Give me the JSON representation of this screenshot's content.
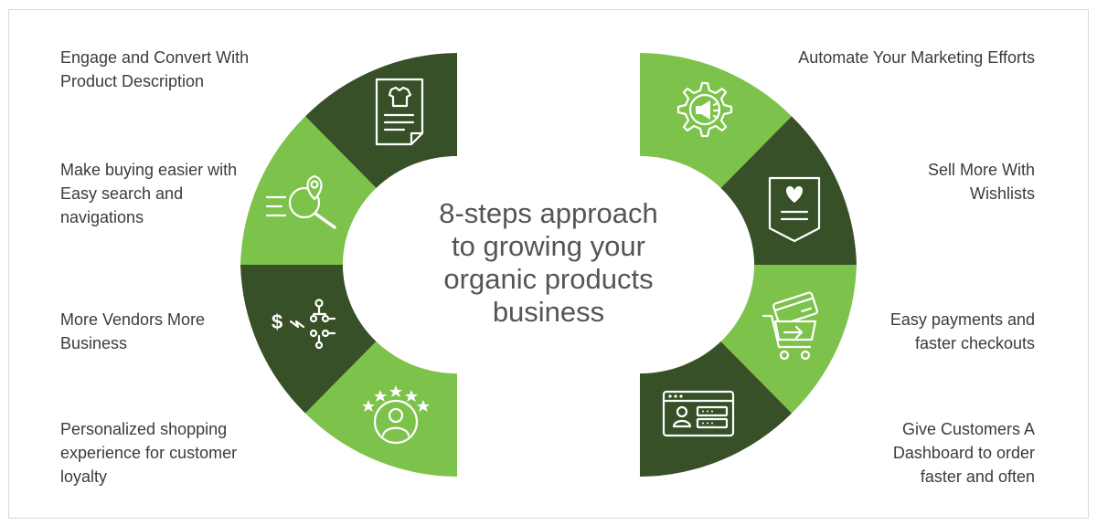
{
  "center_title": [
    "8-steps approach",
    "to growing your",
    "organic products",
    "business"
  ],
  "steps_left": [
    {
      "label": "Engage and Convert With Product Description",
      "icon": "product-description-icon"
    },
    {
      "label": "Make buying easier with Easy search and navigations",
      "icon": "location-search-icon"
    },
    {
      "label": "More Vendors More Business",
      "icon": "vendors-network-icon"
    },
    {
      "label": "Personalized shopping experience for customer loyalty",
      "icon": "customer-rating-icon"
    }
  ],
  "steps_right": [
    {
      "label": "Automate Your Marketing Efforts",
      "icon": "marketing-gear-icon"
    },
    {
      "label": "Sell More With Wishlists",
      "icon": "wishlist-tag-icon"
    },
    {
      "label": "Easy payments and faster checkouts",
      "icon": "cart-payment-icon"
    },
    {
      "label": "Give Customers A Dashboard to order faster and often",
      "icon": "dashboard-icon"
    }
  ],
  "colors": {
    "dark_green": "#375027",
    "light_green": "#7dc24b",
    "text": "#3c3c3c",
    "title": "#555555",
    "icon_stroke": "#ffffff"
  }
}
